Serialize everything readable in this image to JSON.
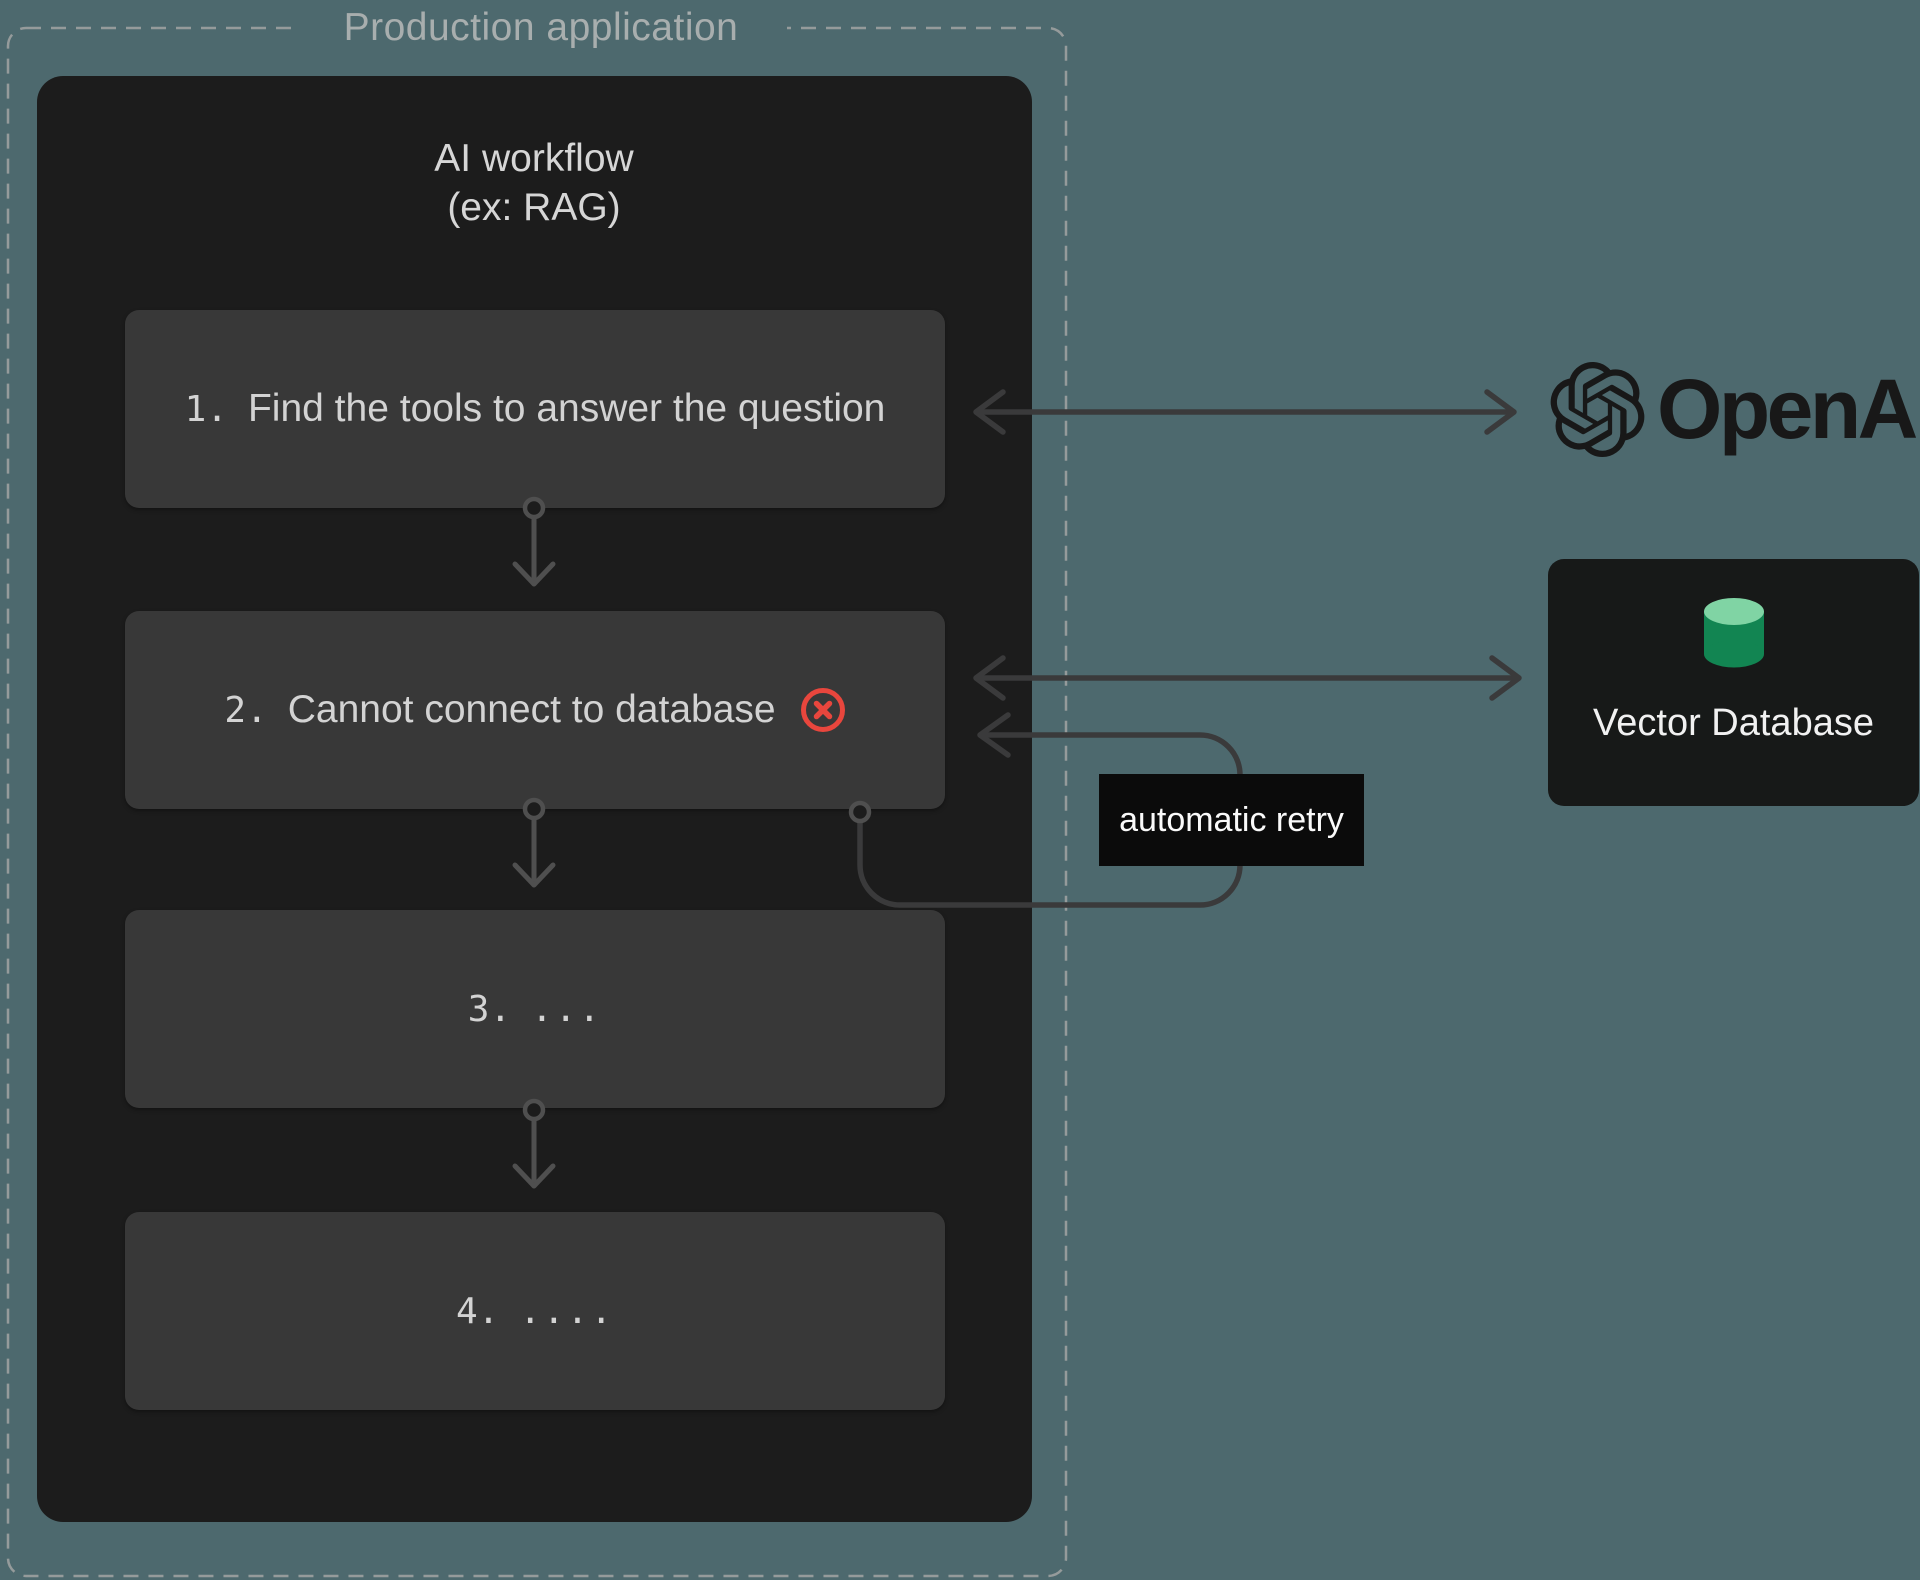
{
  "production": {
    "label": "Production application"
  },
  "workflow": {
    "title_line1": "AI workflow",
    "title_line2": "(ex: RAG)",
    "steps": [
      {
        "num": "1.",
        "label": "Find the tools to answer the question"
      },
      {
        "num": "2.",
        "label": "Cannot connect to database"
      },
      {
        "num": "3.",
        "label": "..."
      },
      {
        "num": "4.",
        "label": "...."
      }
    ]
  },
  "retry": {
    "label": "automatic retry"
  },
  "openai": {
    "label": "OpenAI"
  },
  "vector_db": {
    "label": "Vector Database"
  },
  "icons": {
    "error": "error-circle-x-icon",
    "database": "database-cylinder-icon",
    "openai": "openai-flower-icon"
  },
  "colors": {
    "background_teal": "#4d696e",
    "panel_dark": "#1c1c1c",
    "step_box_gray": "#383838",
    "step_text": "#d3d3d3",
    "dashed_border": "#959b9b",
    "arrow_gray": "#3a3a3b",
    "connector_gray": "#4f4f4f",
    "error_red": "#e8463d",
    "db_green_top": "#80d4a4",
    "db_green_body": "#128552",
    "retry_badge_bg": "#0b0b0b",
    "openai_black": "#181818"
  }
}
